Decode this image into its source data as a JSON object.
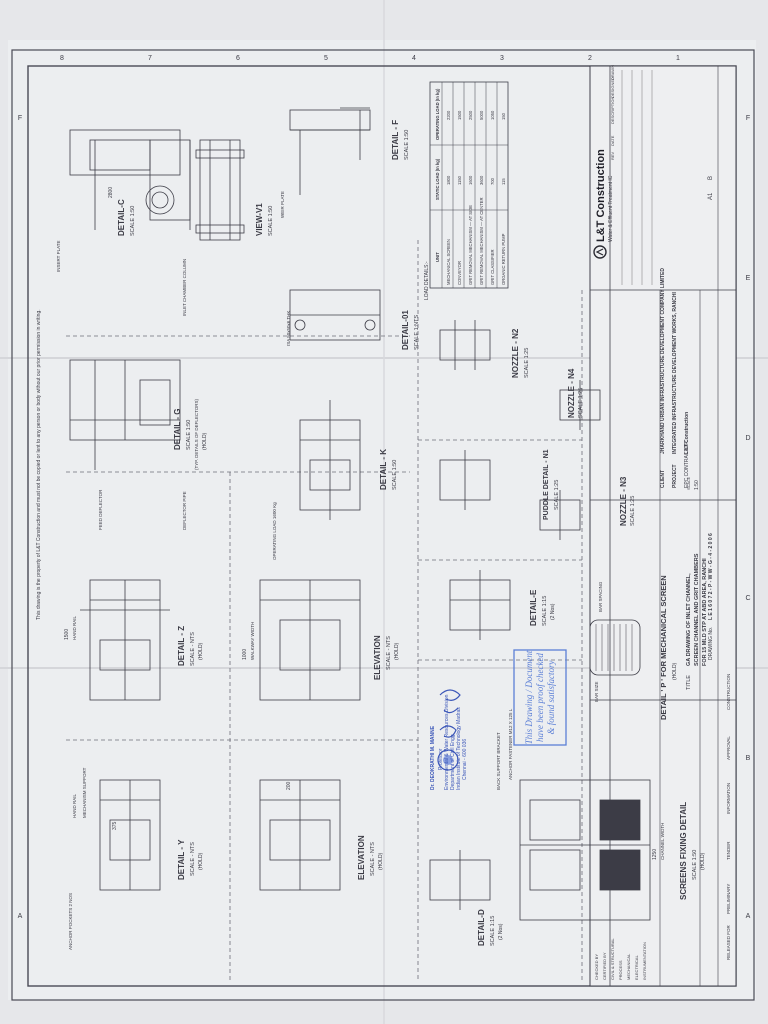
{
  "border": {
    "top_marks": [
      "A",
      "B",
      "C",
      "D",
      "E",
      "F"
    ],
    "bottom_marks": [
      "1",
      "2",
      "3",
      "4",
      "5",
      "6",
      "7",
      "8"
    ],
    "property_note": "This drawing is the property of L&T Construction and must not be copied or lent to any person or body without our prior permission in writing."
  },
  "title_block": {
    "company": "L&T Construction",
    "subtitle": "Water & Effluent Treatment IC",
    "client_label": "CLIENT",
    "client": "JHARKHAND URBAN INFRASTRUCTURE DEVELOPMENT COMPANY LIMITED",
    "project_label": "PROJECT",
    "project": "INTEGRATED INFRASTRUCTURE DEVELOPMENT WORKS, RANCHI",
    "epc_label": "EPC CONTRACTOR",
    "epc": "L&T Construction",
    "title_label": "TITLE",
    "title_line1": "GA DRAWING OF INLET CHANNEL,",
    "title_line2": "SCREEN CHANNEL AND GRIT CHAMBERS",
    "title_line3": "FOR 15 MLD STP AT ABD AREA, RANCHI",
    "drawing_no_label": "DRAWING No.",
    "drawing_no": "L E 1 6 0 7 2 - P - W W - G - 4 - 2 0 0 6",
    "sheet_size": "A1",
    "rev": "B",
    "scale_label": "SCALE",
    "scale": "1:50",
    "released_for": "RELEASED FOR",
    "release_options": [
      "PRELIMINARY",
      "TENDER",
      "INFORMATION",
      "APPROVAL",
      "CONSTRUCTION"
    ],
    "rev_columns": [
      "REV",
      "DATE",
      "DESCRIPTION",
      "DESIGNED",
      "DRAWN",
      "CHECKED",
      "APPROVED"
    ],
    "disciplines": [
      "CHECKED BY",
      "CERTIFIED BY",
      "CIVIL & STRUCTURAL",
      "PROCESS",
      "MECHANICAL",
      "ELECTRICAL",
      "INSTRUMENTATION"
    ]
  },
  "load_table": {
    "title": "LOAD DETAILS:-",
    "headers": [
      "UNIT",
      "STATIC LOAD (In kg)",
      "OPERATING LOAD (In kg)"
    ],
    "rows": [
      [
        "MECHANICAL SCREEN",
        "1800",
        "2200"
      ],
      [
        "CONVEYOR",
        "1150",
        "1500"
      ],
      [
        "GRIT REMOVAL MECHANISM — AT SIDE",
        "1600",
        "2500"
      ],
      [
        "GRIT REMOVAL MECHANISM — AT CENTER",
        "3600",
        "5000"
      ],
      [
        "GRIT CLASSIFIER",
        "700",
        "1050"
      ],
      [
        "ORGANIC RETURN PUMP",
        "115",
        "150"
      ]
    ]
  },
  "labels": {
    "detail_c": "DETAIL-C",
    "detail_c_scale": "SCALE 1:50",
    "view_v1": "VIEW-V1",
    "view_v1_scale": "SCALE 1:50",
    "detail_f": "DETAIL - F",
    "detail_f_scale": "SCALE 1:50",
    "detail_g": "DETAIL - G",
    "detail_g_scale": "SCALE 1:50",
    "detail_g_note": "(TYP. DETAILS OF DEFLECTORS)",
    "detail_k": "DETAIL - K",
    "detail_k_scale": "SCALE 1:50",
    "detail_01": "DETAIL-01",
    "detail_01_scale": "SCALE 1:NTS",
    "nozzle_n2": "NOZZLE - N2",
    "nozzle_n2_scale": "SCALE 1:25",
    "nozzle_n3": "NOZZLE - N3",
    "nozzle_n3_scale": "SCALE 1:25",
    "nozzle_n4": "NOZZLE - N4",
    "nozzle_n4_scale": "SCALE 1:25",
    "puddle_n1": "PUDDLE DETAIL - N1",
    "puddle_n1_scale": "SCALE 1:25",
    "detail_z": "DETAIL - Z",
    "detail_z_scale": "SCALE - NTS",
    "detail_y": "DETAIL - Y",
    "detail_y_scale": "SCALE - NTS",
    "elevation": "ELEVATION",
    "elevation_scale": "SCALE - NTS",
    "detail_e": "DETAIL-E",
    "detail_e_scale": "SCALE 1:15",
    "detail_d": "DETAIL-D",
    "detail_d_scale": "SCALE 1:15",
    "detail_p": "DETAIL ' P ' FOR MECHANICAL SCREEN",
    "screens_fixing": "SCREENS FIXING DETAIL",
    "screens_fixing_scale": "SCALE 1:50",
    "hold": "(HOLD)",
    "two_nos": "(2 Nos)",
    "hand_rail": "HAND RAIL",
    "mech_support": "MECHANISM SUPPORT",
    "walkway": "WALKWAY WIDTH",
    "anchor_pockets": "ANCHOR POCKETS 2 NOS",
    "anchor_fastener": "ANCHOR FASTENER M12 X 125 L",
    "insert_plate": "INSERT PLATE",
    "inlet_chamber": "INLET CHAMBER COLUMN",
    "weir_plate": "WEIR PLATE",
    "bar_spacing": "BAR SPACING",
    "bar_size": "BAR SIZE",
    "channel_width": "CHANNEL WIDTH",
    "back_support": "BACK SUPPORT BRACKET",
    "operating_load": "OPERATING LOAD 1600 Kg",
    "isa": "ISA 50x50x6 THK",
    "deflector": "DEFLECTOR PIPE",
    "feed_deflector": "FEED DEFLECTOR",
    "dim_1000": "1000",
    "dim_1500": "1500",
    "dim_1250": "1250",
    "dim_2800": "2800",
    "dim_375": "375",
    "dim_200": "200"
  },
  "stamp": {
    "text": "This Drawing / Document have been proof checked & found satisfactory",
    "color": "#5b7fd6"
  },
  "signatory": {
    "name": "Dr. DEOKRATHI M. MANNE",
    "org_line1": "Professor",
    "org_line2": "Environmental & Water Resources Division",
    "org_line3": "Department of Civil Engg",
    "org_line4": "Indian Institute of Technology Madras",
    "org_line5": "Chennai - 600 036"
  }
}
